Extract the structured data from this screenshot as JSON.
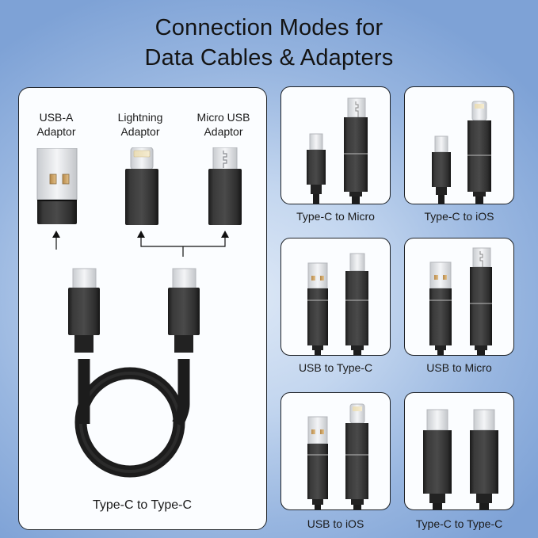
{
  "title": {
    "line1": "Connection Modes for",
    "line2": "Data Cables & Adapters"
  },
  "main_panel": {
    "adaptors": [
      {
        "line1": "USB-A",
        "line2": "Adaptor",
        "icon": "usb-a-adaptor-icon"
      },
      {
        "line1": "Lightning",
        "line2": "Adaptor",
        "icon": "lightning-adaptor-icon"
      },
      {
        "line1": "Micro USB",
        "line2": "Adaptor",
        "icon": "micro-usb-adaptor-icon"
      }
    ],
    "cable_label": "Type-C to Type-C",
    "cable_icon": "type-c-cable-icon"
  },
  "modes": [
    {
      "label": "Type-C to Micro",
      "left": "type-c",
      "right": "micro-usb"
    },
    {
      "label": "Type-C to iOS",
      "left": "type-c",
      "right": "lightning"
    },
    {
      "label": "USB to Type-C",
      "left": "usb-a",
      "right": "type-c"
    },
    {
      "label": "USB to Micro",
      "left": "usb-a",
      "right": "micro-usb"
    },
    {
      "label": "USB to iOS",
      "left": "usb-a",
      "right": "lightning"
    },
    {
      "label": "Type-C to Type-C",
      "left": "type-c",
      "right": "type-c"
    }
  ],
  "colors": {
    "background_edge": "#7ea2d6",
    "background_center": "#dde8f6",
    "panel_fill": "#fbfdff",
    "panel_border": "#1f2328",
    "connector_black": "#2b2b2b"
  }
}
